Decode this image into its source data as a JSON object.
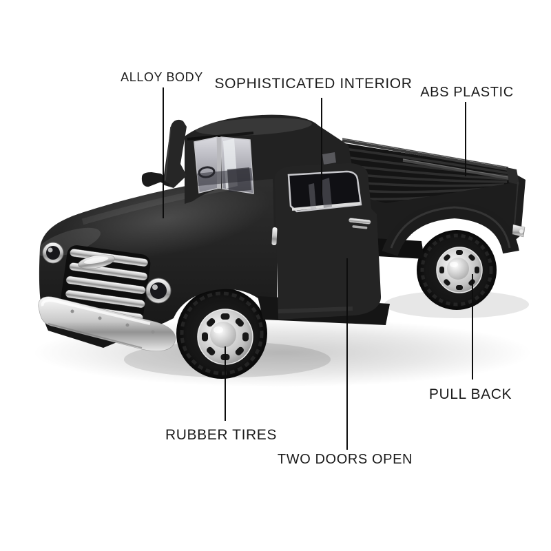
{
  "scene": {
    "description": "Matte black die-cast classic pickup truck model, front three-quarter view on a white studio background, both doors open",
    "background_color": "#ffffff",
    "truck_body_color": "#1e1e1e",
    "chrome_color": "#d9d9d9",
    "label_color": "#1b1b1b"
  },
  "callouts": [
    {
      "id": "alloy-body",
      "label": "ALLOY BODY"
    },
    {
      "id": "sophisticated-interior",
      "label": "SOPHISTICATED INTERIOR"
    },
    {
      "id": "abs-plastic",
      "label": "ABS PLASTIC"
    },
    {
      "id": "rubber-tires",
      "label": "RUBBER TIRES"
    },
    {
      "id": "two-doors-open",
      "label": "TWO DOORS OPEN"
    },
    {
      "id": "pull-back",
      "label": "PULL BACK"
    }
  ]
}
